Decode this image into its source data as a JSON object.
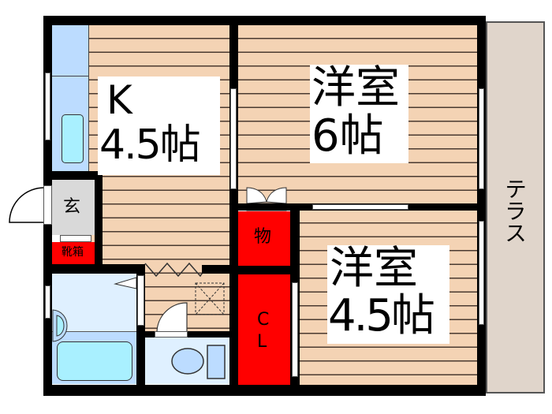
{
  "floorplan": {
    "rooms": [
      {
        "id": "kitchen",
        "name": "K",
        "size": "4.5帖"
      },
      {
        "id": "western-room-1",
        "name": "洋室",
        "size": "6帖"
      },
      {
        "id": "western-room-2",
        "name": "洋室",
        "size": "4.5帖"
      },
      {
        "id": "entrance",
        "name": "玄"
      },
      {
        "id": "shoe-box",
        "name": "靴箱"
      },
      {
        "id": "storage",
        "name": "物"
      },
      {
        "id": "closet",
        "name": "CL"
      },
      {
        "id": "terrace",
        "name": "テラス"
      }
    ],
    "labels": {
      "kitchen_name": "K",
      "kitchen_size": "4.5帖",
      "room1_name": "洋室",
      "room1_size": "6帖",
      "room2_name": "洋室",
      "room2_size": "4.5帖",
      "entrance": "玄",
      "shoe_box": "靴箱",
      "storage": "物",
      "closet_c": "C",
      "closet_l": "L",
      "terrace": "テラス"
    },
    "colors": {
      "wall": "#000000",
      "floor": "#f4d3b4",
      "kitchen_counter": "#bcdcff",
      "bath": "#dff0ff",
      "bathtub": "#a9f0ff",
      "storage": "#ff0000",
      "entrance": "#d9d9d9",
      "terrace": "#e0d5cb"
    }
  }
}
